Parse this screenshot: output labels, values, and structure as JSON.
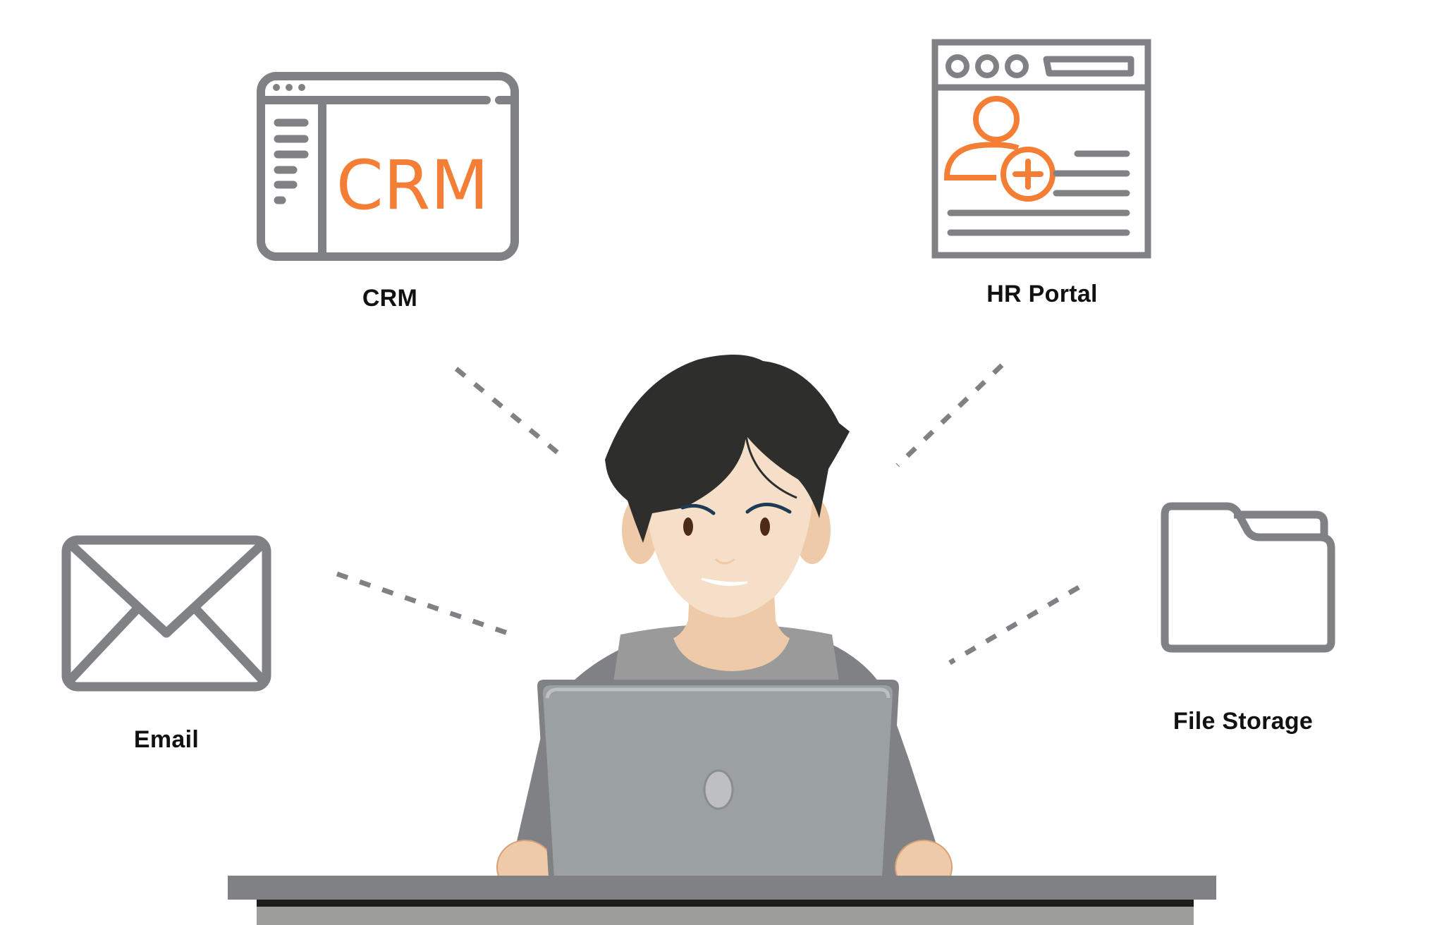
{
  "diagram": {
    "title": "",
    "colors": {
      "icon_stroke": "#808184",
      "accent": "#F47E35",
      "hair": "#2E2E2D",
      "skin": "#F5DFC8",
      "skin_shadow": "#EFCAA9",
      "shirt_light": "#9A9A9A",
      "shirt_dark": "#808184",
      "laptop": "#9BA0A0",
      "desk_top": "#808184",
      "desk_edge": "#1D1D1B",
      "desk_front": "#9D9D9C",
      "label_text": "#111111"
    },
    "center": {
      "name": "person-at-laptop",
      "description": "User working on a laptop at a desk"
    },
    "nodes": [
      {
        "id": "crm",
        "label": "CRM",
        "icon": "crm-window-icon",
        "icon_text": "CRM"
      },
      {
        "id": "hr",
        "label": "HR Portal",
        "icon": "hr-portal-add-user-icon"
      },
      {
        "id": "email",
        "label": "Email",
        "icon": "envelope-icon"
      },
      {
        "id": "files",
        "label": "File Storage",
        "icon": "folder-icon"
      }
    ],
    "connectors": [
      {
        "from": "center",
        "to": "crm",
        "style": "dashed"
      },
      {
        "from": "center",
        "to": "hr",
        "style": "dashed"
      },
      {
        "from": "center",
        "to": "email",
        "style": "dashed"
      },
      {
        "from": "center",
        "to": "files",
        "style": "dashed"
      }
    ]
  }
}
